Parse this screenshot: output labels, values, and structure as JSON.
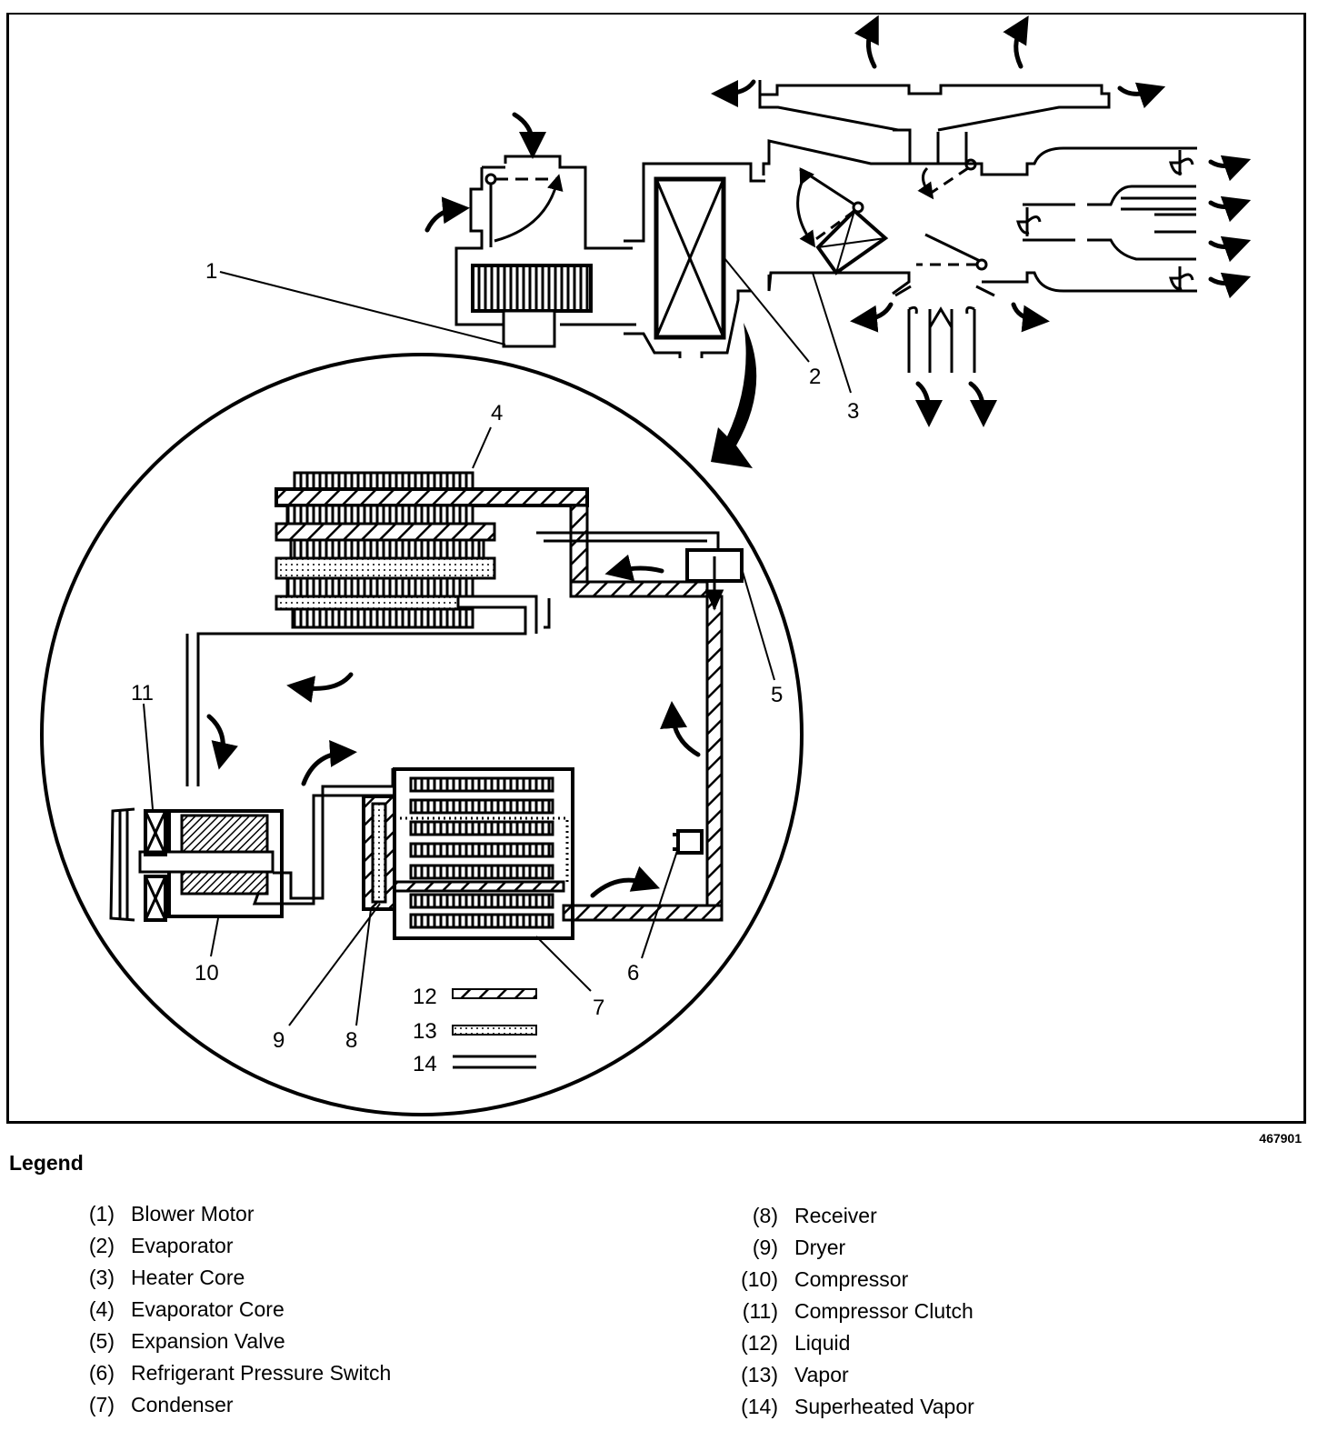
{
  "figure": {
    "id": "467901",
    "callouts": [
      "1",
      "2",
      "3",
      "4",
      "5",
      "6",
      "7",
      "8",
      "9",
      "10",
      "11",
      "12",
      "13",
      "14"
    ],
    "line_types": [
      {
        "num": "12",
        "pattern": "hatched"
      },
      {
        "num": "13",
        "pattern": "dotted"
      },
      {
        "num": "14",
        "pattern": "double-line"
      }
    ]
  },
  "legend": {
    "title": "Legend",
    "items": [
      {
        "num": "(1)",
        "label": "Blower Motor"
      },
      {
        "num": "(2)",
        "label": "Evaporator"
      },
      {
        "num": "(3)",
        "label": "Heater Core"
      },
      {
        "num": "(4)",
        "label": "Evaporator Core"
      },
      {
        "num": "(5)",
        "label": "Expansion Valve"
      },
      {
        "num": "(6)",
        "label": "Refrigerant Pressure Switch"
      },
      {
        "num": "(7)",
        "label": "Condenser"
      },
      {
        "num": "(8)",
        "label": "Receiver"
      },
      {
        "num": "(9)",
        "label": "Dryer"
      },
      {
        "num": "(10)",
        "label": "Compressor"
      },
      {
        "num": "(11)",
        "label": "Compressor Clutch"
      },
      {
        "num": "(12)",
        "label": "Liquid"
      },
      {
        "num": "(13)",
        "label": "Vapor"
      },
      {
        "num": "(14)",
        "label": "Superheated Vapor"
      }
    ]
  }
}
